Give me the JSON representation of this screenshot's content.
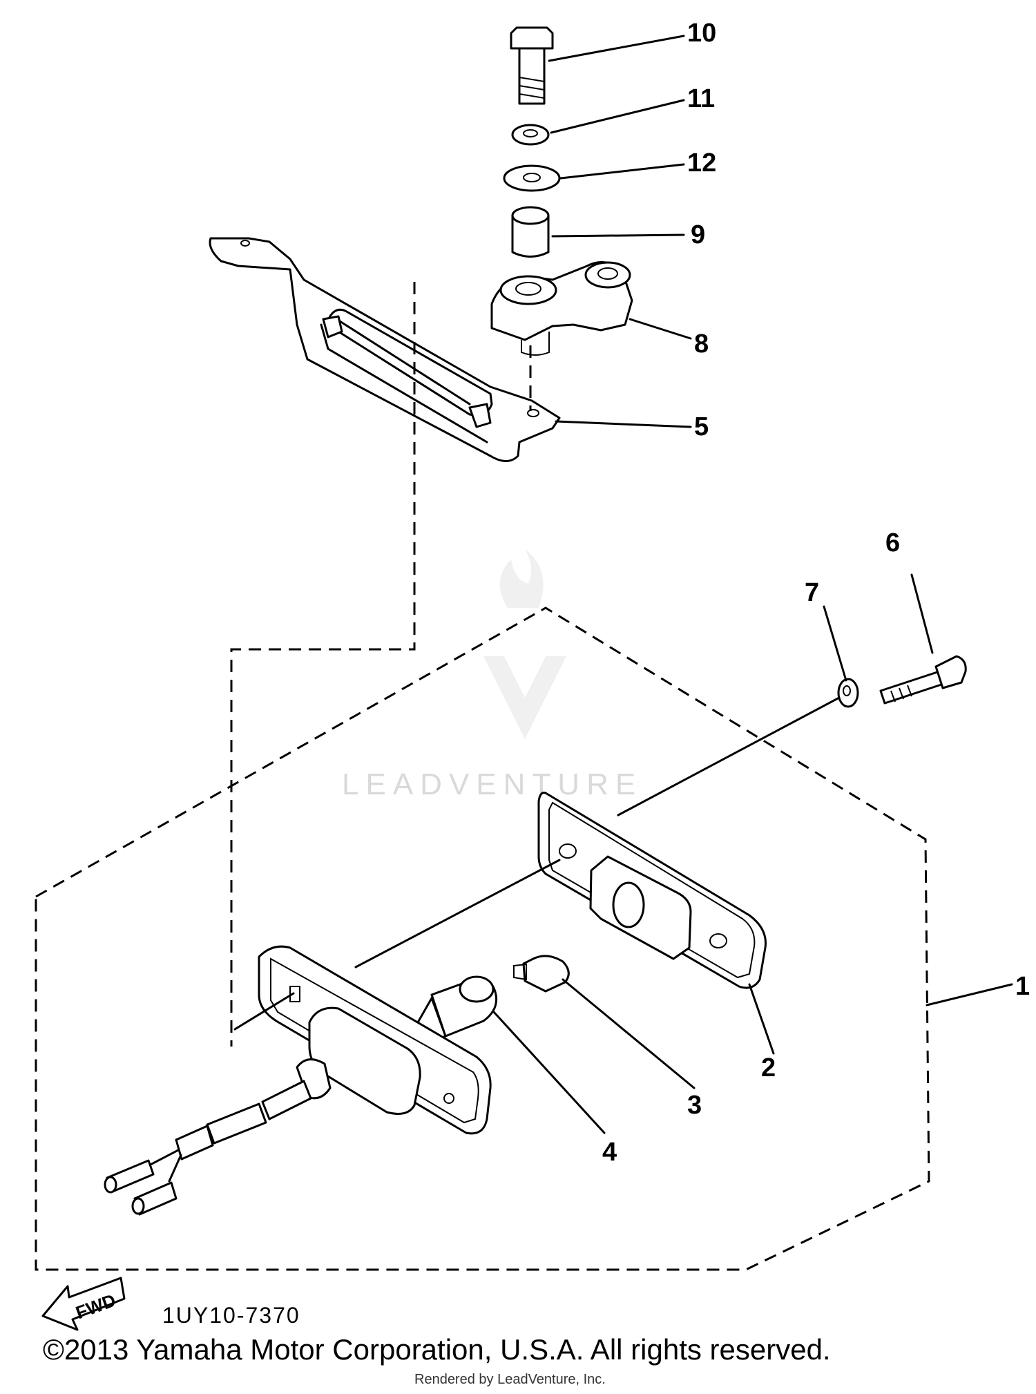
{
  "callouts": {
    "c1": "1",
    "c2": "2",
    "c3": "3",
    "c4": "4",
    "c5": "5",
    "c6": "6",
    "c7": "7",
    "c8": "8",
    "c9": "9",
    "c10": "10",
    "c11": "11",
    "c12": "12"
  },
  "fwd_label": "FWD",
  "diagram_code": "1UY10-7370",
  "watermark": "LEADVENTURE",
  "copyright": "©2013 Yamaha Motor Corporation, U.S.A. All rights reserved.",
  "rendered_by": "Rendered by LeadVenture, Inc."
}
